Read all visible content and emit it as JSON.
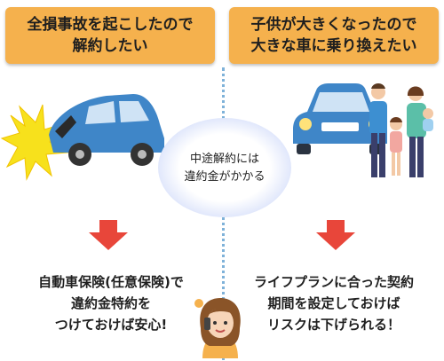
{
  "left_box": {
    "line1": "全損事故を起こしたので",
    "line2": "解約したい"
  },
  "right_box": {
    "line1": "子供が大きくなったので",
    "line2": "大きな車に乗り換えたい"
  },
  "center": {
    "line1": "中途解約には",
    "line2": "違約金がかかる"
  },
  "left_bottom": {
    "line1": "自動車保険(任意保険)で",
    "line2": "違約金特約を",
    "line3": "つけておけば安心!"
  },
  "right_bottom": {
    "line1": "ライフプランに合った契約",
    "line2": "期間を設定しておけば",
    "line3": "リスクは下げられる！"
  },
  "colors": {
    "box": "#f5b14d",
    "arrow": "#e8463a",
    "car": "#3f86c8",
    "divider": "#7fb2d9"
  }
}
